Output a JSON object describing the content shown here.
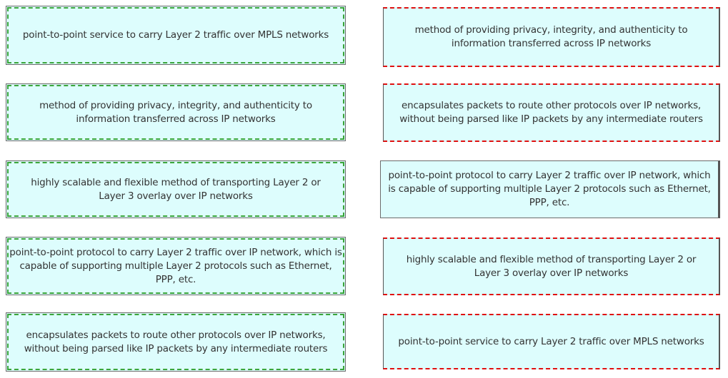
{
  "left_items": [
    "point-to-point service to carry Layer 2 traffic over MPLS networks",
    "method of providing privacy, integrity, and authenticity to information transferred across IP networks",
    "highly scalable and flexible method of transporting Layer 2 or Layer 3 overlay over IP networks",
    "point-to-point protocol to carry Layer 2 traffic over IP network, which is capable of supporting multiple Layer 2 protocols such as Ethernet, PPP, etc.",
    "encapsulates packets to route other protocols over IP networks, without being parsed like IP packets by any intermediate routers"
  ],
  "right_items": [
    "method of providing privacy, integrity, and authenticity to information transferred across IP networks",
    "encapsulates packets to route other protocols over IP networks, without being parsed like IP packets by any intermediate routers",
    "point-to-point protocol to carry Layer 2 traffic over IP network, which is capable of supporting multiple Layer 2 protocols such as Ethernet, PPP, etc.",
    "highly scalable and flexible method of transporting Layer 2 or Layer 3 overlay over IP networks",
    "point-to-point service to carry Layer 2 traffic over MPLS networks"
  ],
  "colors": {
    "box_fill": "#ddfdfd",
    "left_dash": "#3aa53a",
    "right_dash": "#e01010"
  }
}
